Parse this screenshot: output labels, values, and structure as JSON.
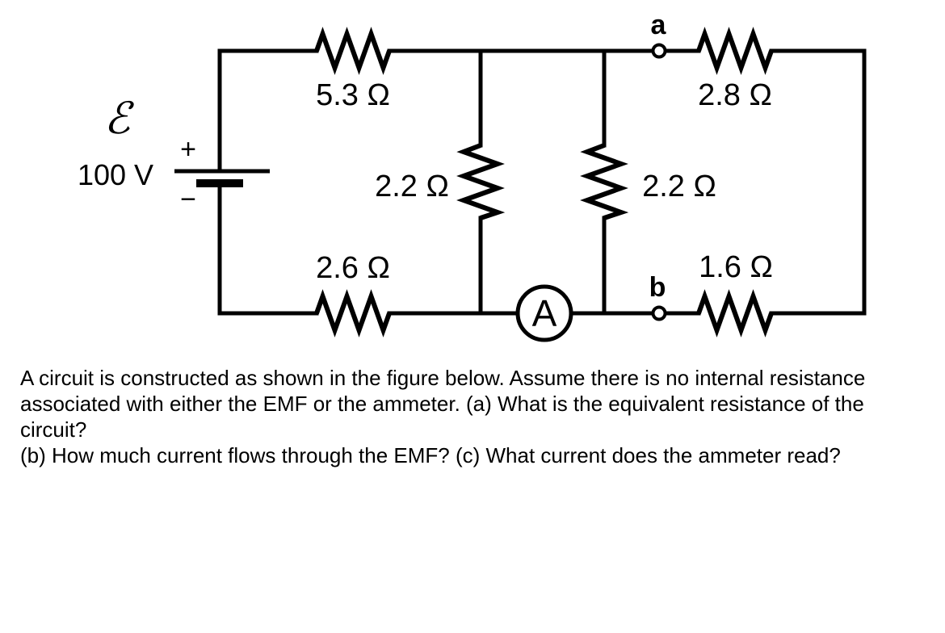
{
  "circuit": {
    "emf_symbol": "ℰ",
    "emf_value": "100 V",
    "polarity_plus": "+",
    "polarity_minus": "−",
    "node_a_label": "a",
    "node_b_label": "b",
    "ammeter_label": "A",
    "resistors": {
      "top_left": "5.3 Ω",
      "top_right": "2.8 Ω",
      "mid_left": "2.2 Ω",
      "mid_right": "2.2 Ω",
      "bottom_left": "2.6 Ω",
      "bottom_right": "1.6 Ω"
    },
    "colors": {
      "wire": "#000000",
      "background": "#ffffff"
    }
  },
  "problem": {
    "lines": [
      "A circuit is constructed as shown in the figure below. Assume there is no internal resistance",
      "associated with either the EMF or the ammeter. (a) What is the equivalent resistance of the",
      "circuit?",
      "(b) How much current flows through the EMF? (c) What current does the ammeter read?"
    ]
  }
}
